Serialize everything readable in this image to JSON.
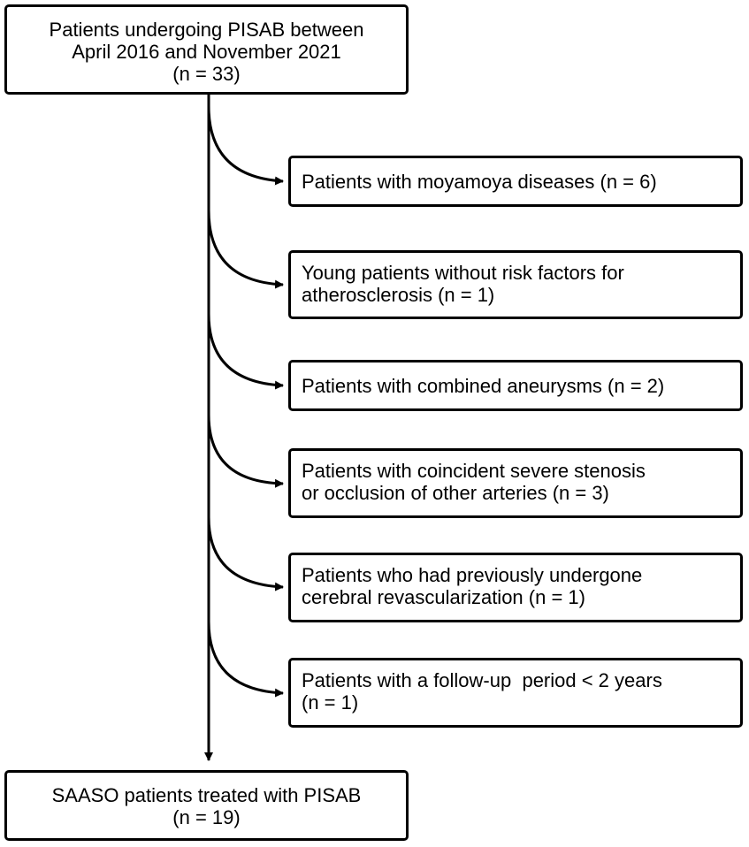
{
  "top_box": {
    "lines": [
      "Patients undergoing PISAB between",
      "April 2016 and November 2021",
      "(n = 33)"
    ]
  },
  "exclusions": [
    {
      "lines": [
        "Patients with moyamoya diseases (n = 6)"
      ]
    },
    {
      "lines": [
        "Young patients without risk factors for",
        "atherosclerosis (n = 1)"
      ]
    },
    {
      "lines": [
        "Patients with combined aneurysms (n = 2)"
      ]
    },
    {
      "lines": [
        "Patients with coincident severe stenosis",
        "or occlusion of other arteries (n = 3)"
      ]
    },
    {
      "lines": [
        "Patients who had previously undergone",
        "cerebral revascularization (n = 1)"
      ]
    },
    {
      "lines": [
        "Patients with a follow-up  period < 2 years",
        "(n = 1)"
      ]
    }
  ],
  "bottom_box": {
    "lines": [
      "SAASO patients treated with PISAB",
      "(n = 19)"
    ]
  }
}
